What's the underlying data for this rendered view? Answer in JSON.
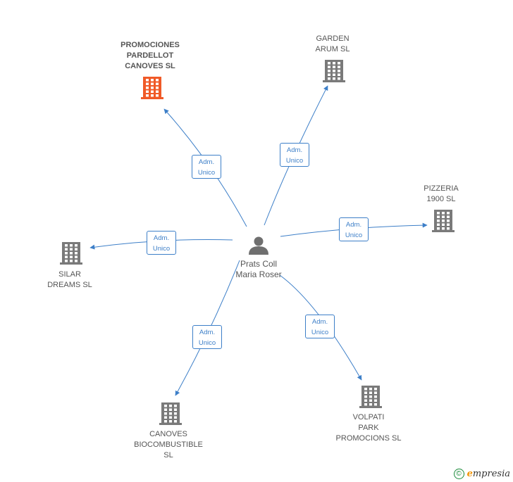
{
  "colors": {
    "edge": "#3d7fc8",
    "building": "#7a7a7a",
    "highlight": "#f05a28",
    "text": "#555555"
  },
  "center": {
    "icon": "person-icon",
    "label_lines": [
      "Prats Coll",
      "Maria Roser"
    ]
  },
  "nodes": [
    {
      "id": "promociones-pardellot-canoves",
      "icon": "building-icon",
      "highlight": true,
      "label_lines": [
        "PROMOCIONES",
        "PARDELLOT",
        "CANOVES SL"
      ],
      "edge_label_lines": [
        "Adm.",
        "Unico"
      ]
    },
    {
      "id": "garden-arum",
      "icon": "building-icon",
      "highlight": false,
      "label_lines": [
        "GARDEN",
        "ARUM SL"
      ],
      "edge_label_lines": [
        "Adm.",
        "Unico"
      ]
    },
    {
      "id": "pizzeria-1900",
      "icon": "building-icon",
      "highlight": false,
      "label_lines": [
        "PIZZERIA",
        "1900 SL"
      ],
      "edge_label_lines": [
        "Adm.",
        "Unico"
      ]
    },
    {
      "id": "silar-dreams",
      "icon": "building-icon",
      "highlight": false,
      "label_lines": [
        "SILAR",
        "DREAMS SL"
      ],
      "edge_label_lines": [
        "Adm.",
        "Unico"
      ]
    },
    {
      "id": "canoves-biocombustible",
      "icon": "building-icon",
      "highlight": false,
      "label_lines": [
        "CANOVES",
        "BIOCOMBUSTIBLE",
        "SL"
      ],
      "edge_label_lines": [
        "Adm.",
        "Unico"
      ]
    },
    {
      "id": "volpati-park-promocions",
      "icon": "building-icon",
      "highlight": false,
      "label_lines": [
        "VOLPATI",
        "PARK",
        "PROMOCIONS SL"
      ],
      "edge_label_lines": [
        "Adm.",
        "Unico"
      ]
    }
  ],
  "footer": {
    "copyright_symbol": "©",
    "brand_initial": "e",
    "brand_rest": "mpresia"
  }
}
